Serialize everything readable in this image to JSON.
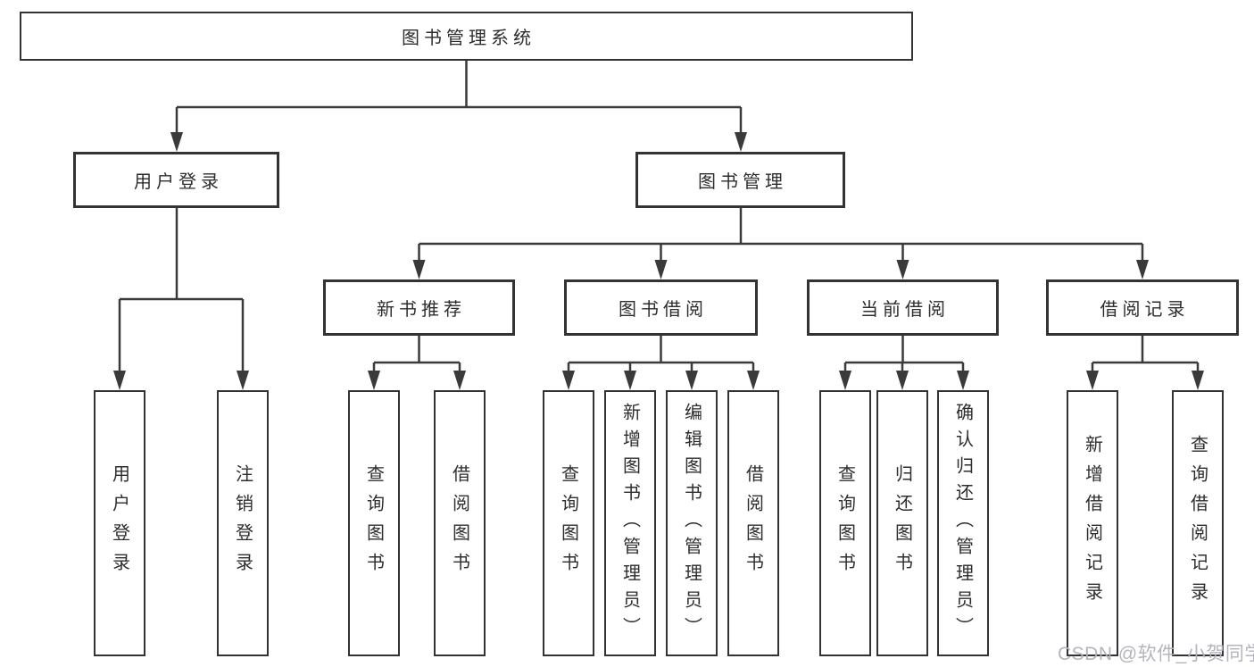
{
  "diagram_type": "hierarchy-tree",
  "colors": {
    "line": "#3a3a3a",
    "box_border": "#333333",
    "box_background": "#ffffff",
    "text": "#2d2d2d",
    "watermark": "#b0b0ba"
  },
  "watermark": {
    "text": "CSDN @软件_小贺同学"
  },
  "tree": {
    "label": "图书管理系统",
    "children": [
      {
        "label": "用户登录",
        "children": [
          {
            "label": "用户登录"
          },
          {
            "label": "注销登录"
          }
        ]
      },
      {
        "label": "图书管理",
        "children": [
          {
            "label": "新书推荐",
            "children": [
              {
                "label": "查询图书"
              },
              {
                "label": "借阅图书"
              }
            ]
          },
          {
            "label": "图书借阅",
            "children": [
              {
                "label": "查询图书"
              },
              {
                "label": "新增图书（管理员）"
              },
              {
                "label": "编辑图书（管理员）"
              },
              {
                "label": "借阅图书"
              }
            ]
          },
          {
            "label": "当前借阅",
            "children": [
              {
                "label": "查询图书"
              },
              {
                "label": "归还图书"
              },
              {
                "label": "确认归还（管理员）"
              }
            ]
          },
          {
            "label": "借阅记录",
            "children": [
              {
                "label": "新增借阅记录"
              },
              {
                "label": "查询借阅记录"
              }
            ]
          }
        ]
      }
    ]
  }
}
